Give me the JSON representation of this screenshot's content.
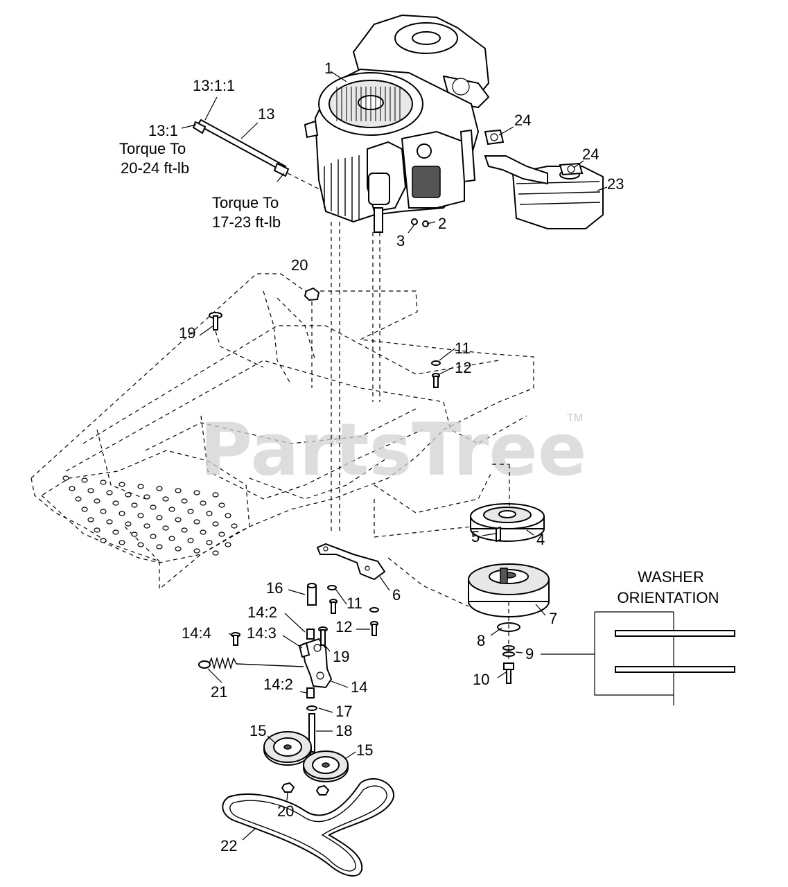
{
  "watermark": {
    "brand": "PartsTree",
    "trademark": "TM"
  },
  "notes": {
    "torque_upper_line1": "Torque To",
    "torque_upper_line2": "20-24 ft-lb",
    "torque_lower_line1": "Torque To",
    "torque_lower_line2": "17-23 ft-lb"
  },
  "inset": {
    "title_line1": "WASHER",
    "title_line2": "ORIENTATION"
  },
  "callouts": [
    "1",
    "13:1:1",
    "13",
    "13:1",
    "24",
    "24",
    "23",
    "2",
    "3",
    "20",
    "19",
    "11",
    "12",
    "5",
    "4",
    "6",
    "16",
    "7",
    "11",
    "14:2",
    "12",
    "14:4",
    "14:3",
    "19",
    "8",
    "9",
    "10",
    "21",
    "14",
    "14:2",
    "17",
    "18",
    "15",
    "15",
    "20",
    "22"
  ]
}
